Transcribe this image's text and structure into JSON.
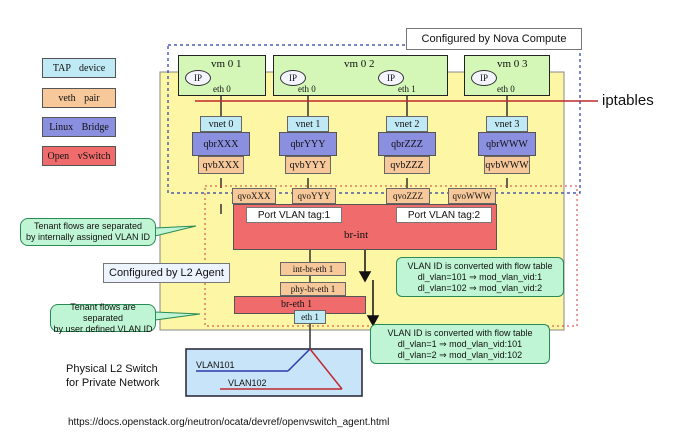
{
  "legend": {
    "tap": "TAP device",
    "veth": "veth pair",
    "bridge": "Linux Bridge",
    "ovs": "Open vSwitch"
  },
  "colors": {
    "tap": "#bfe9f5",
    "veth": "#f6c89a",
    "bridge": "#8b8fe0",
    "ovs": "#f06c6c",
    "vm": "#d4f7b8",
    "yellow": "#fdf6a4",
    "bubble": "#bff5d4"
  },
  "nova_label": "Configured by Nova Compute",
  "l2_label": "Configured by L2 Agent",
  "iptables": "iptables",
  "vms": [
    {
      "name": "vm 0 1",
      "ip": "IP",
      "eth": "eth 0",
      "vnet": "vnet 0",
      "qbr": "qbrXXX",
      "qvb": "qvbXXX",
      "qvo": "qvoXXX"
    },
    {
      "name": "vm 0 2",
      "ip": "IP",
      "eth": "eth 0",
      "eth2": "eth 1",
      "vnet": "vnet 1",
      "vnet2": "vnet 2",
      "qbr": "qbrYYY",
      "qbr2": "qbrZZZ",
      "qvb": "qvbYYY",
      "qvb2": "qvbZZZ",
      "qvo": "qvoYYY",
      "qvo2": "qvoZZZ"
    },
    {
      "name": "vm 0 3",
      "ip": "IP",
      "eth": "eth 0",
      "vnet": "vnet 3",
      "qbr": "qbrWWW",
      "qvb": "qvbWWW",
      "qvo": "qvoWWW"
    }
  ],
  "br_int": {
    "name": "br-int",
    "tag1": "Port VLAN tag:1",
    "tag2": "Port VLAN tag:2",
    "patch": "int-br-eth 1"
  },
  "br_eth": {
    "name": "br-eth 1",
    "patch": "phy-br-eth 1",
    "eth": "eth 1"
  },
  "notes": {
    "tenant1": [
      "Tenant flows are separated",
      "by internally assigned VLAN ID"
    ],
    "tenant2": [
      "Tenant flows are separated",
      "by user defined VLAN ID"
    ],
    "flow1": [
      "VLAN ID is converted with flow table",
      "dl_vlan=101 ⇒ mod_vlan_vid:1",
      "dl_vlan=102 ⇒ mod_vlan_vid:2"
    ],
    "flow2": [
      "VLAN ID is converted with flow table",
      "dl_vlan=1 ⇒ mod_vlan_vid:101",
      "dl_vlan=2 ⇒ mod_vlan_vid:102"
    ]
  },
  "physical": {
    "label": [
      "Physical L2 Switch",
      "for Private Network"
    ],
    "vlan1": "VLAN101",
    "vlan2": "VLAN102"
  },
  "source_url": "https://docs.openstack.org/neutron/ocata/devref/openvswitch_agent.html"
}
